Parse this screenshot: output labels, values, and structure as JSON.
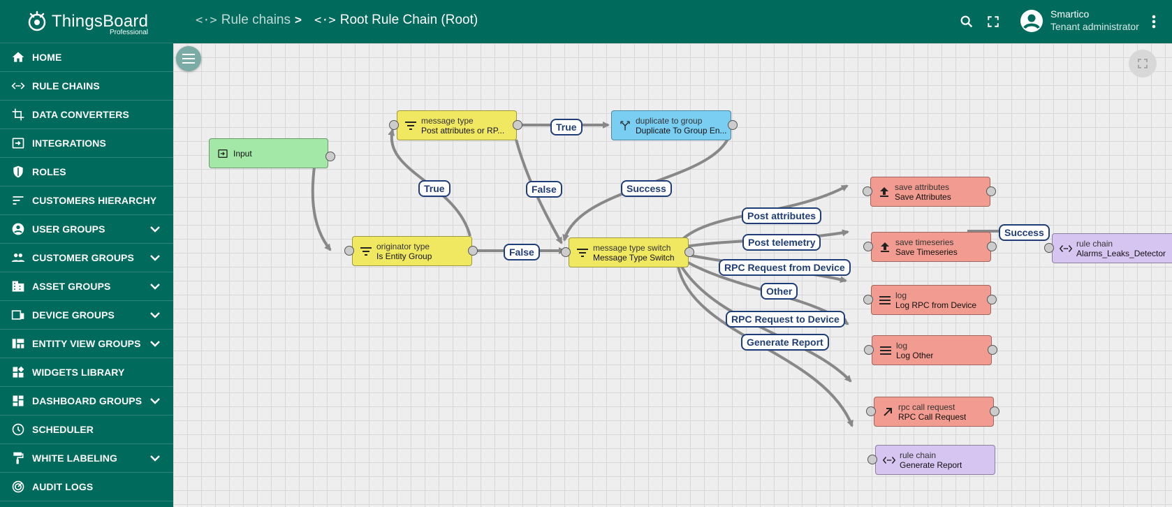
{
  "app": {
    "logo_text": "ThingsBoard",
    "logo_sub": "Professional"
  },
  "sidebar": {
    "items": [
      {
        "label": "HOME",
        "icon": "home-icon"
      },
      {
        "label": "RULE CHAINS",
        "icon": "rule-chain-icon"
      },
      {
        "label": "DATA CONVERTERS",
        "icon": "crop-icon"
      },
      {
        "label": "INTEGRATIONS",
        "icon": "input-icon"
      },
      {
        "label": "ROLES",
        "icon": "shield-icon"
      },
      {
        "label": "CUSTOMERS HIERARCHY",
        "icon": "sort-icon"
      },
      {
        "label": "USER GROUPS",
        "icon": "account-circle-icon"
      },
      {
        "label": "CUSTOMER GROUPS",
        "icon": "people-icon"
      },
      {
        "label": "ASSET GROUPS",
        "icon": "domain-icon"
      },
      {
        "label": "DEVICE GROUPS",
        "icon": "devices-icon"
      },
      {
        "label": "ENTITY VIEW GROUPS",
        "icon": "view-quilt-icon"
      },
      {
        "label": "WIDGETS LIBRARY",
        "icon": "widgets-icon"
      },
      {
        "label": "DASHBOARD GROUPS",
        "icon": "dashboard-icon"
      },
      {
        "label": "SCHEDULER",
        "icon": "schedule-icon"
      },
      {
        "label": "WHITE LABELING",
        "icon": "format-paint-icon"
      },
      {
        "label": "AUDIT LOGS",
        "icon": "track-changes-icon"
      }
    ]
  },
  "header": {
    "breadcrumb": [
      {
        "label": "Rule chains",
        "icon": "<·>"
      },
      {
        "label": "Root Rule Chain (Root)",
        "icon": "<·>"
      }
    ],
    "separator": ">",
    "user": {
      "name": "Smartico",
      "role": "Tenant administrator"
    }
  },
  "colors": {
    "primary": "#006a5c",
    "input_node": "#a3e8a7",
    "filter_node": "#f1e861",
    "action_node": "#f29b90",
    "transform_node": "#79cef1",
    "flow_node": "#d6c4f1",
    "edge": "#888888",
    "edge_label": "#1f3e78"
  },
  "nodes": [
    {
      "type": "",
      "name": "Input",
      "icon": "input-icon"
    },
    {
      "type": "originator type",
      "name": "Is Entity Group",
      "icon": "filter-icon"
    },
    {
      "type": "message type",
      "name": "Post attributes or RP...",
      "icon": "filter-icon"
    },
    {
      "type": "duplicate to group",
      "name": "Duplicate To Group En...",
      "icon": "call-split-icon"
    },
    {
      "type": "message type switch",
      "name": "Message Type Switch",
      "icon": "filter-icon"
    },
    {
      "type": "save attributes",
      "name": "Save Attributes",
      "icon": "upload-icon"
    },
    {
      "type": "save timeseries",
      "name": "Save Timeseries",
      "icon": "upload-icon"
    },
    {
      "type": "log",
      "name": "Log RPC from Device",
      "icon": "menu-icon"
    },
    {
      "type": "log",
      "name": "Log Other",
      "icon": "menu-icon"
    },
    {
      "type": "rpc call request",
      "name": "RPC Call Request",
      "icon": "call-made-icon"
    },
    {
      "type": "rule chain",
      "name": "Generate Report",
      "icon": "rule-chain-icon"
    },
    {
      "type": "rule chain",
      "name": "Alarms_Leaks_Detector",
      "icon": "rule-chain-icon"
    }
  ],
  "edge_labels": {
    "true1": "True",
    "true2": "True",
    "false1": "False",
    "false2": "False",
    "success1": "Success",
    "success2": "Success",
    "post_attributes": "Post attributes",
    "post_telemetry": "Post telemetry",
    "rpc_from_device": "RPC Request from Device",
    "other": "Other",
    "rpc_to_device": "RPC Request to Device",
    "generate_report": "Generate Report"
  }
}
